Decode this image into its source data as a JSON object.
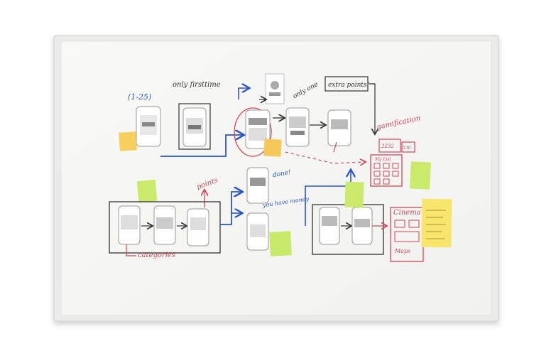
{
  "annotations": {
    "range": "(1-25)",
    "only_first_time": "only firsttime",
    "extra_points": "extra points!",
    "only_one": "only one",
    "gamification": "gamification",
    "points": "points",
    "done": "done!",
    "you_have_money": "you have money",
    "categories": "categories",
    "my_list": "My List",
    "score_1": "2232",
    "score_2": "530",
    "cinema": "Cinema",
    "map": "Maps"
  },
  "colors": {
    "board_frame": "#e9e9e7",
    "board_surface": "#f7f7f4",
    "blue_marker": "#2a55c8",
    "red_marker": "#d2475a",
    "black_marker": "#333333",
    "sticky_yellow": "#f6e36a",
    "sticky_green": "#c9ea6a",
    "sticky_orange": "#f7c75a"
  }
}
